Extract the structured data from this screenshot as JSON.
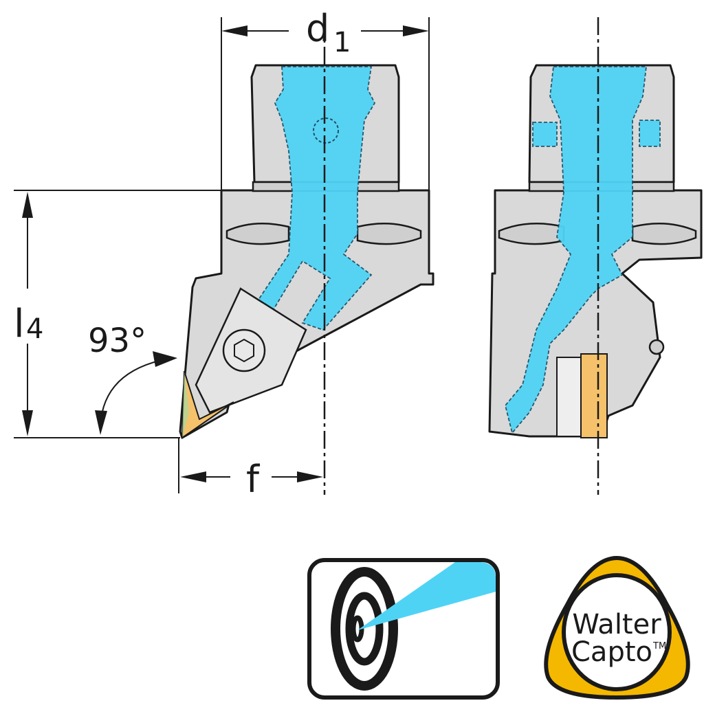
{
  "dimensions": {
    "d1": {
      "main": "d",
      "sub": "1"
    },
    "l4": {
      "main": "l",
      "sub": "4"
    },
    "angle": "93°",
    "f": "f"
  },
  "icons": {
    "coolant": "internal-coolant-target-icon",
    "brand": "walter-capto-logo"
  },
  "logo": {
    "line1": "Walter",
    "line2": "Capto",
    "tm": "TM"
  },
  "colors": {
    "coolant": "#4fd3f5",
    "body": "#d9d9d9",
    "insert": "#f5c26b",
    "logo_ring": "#f5b800",
    "outline": "#1a1a1a"
  }
}
